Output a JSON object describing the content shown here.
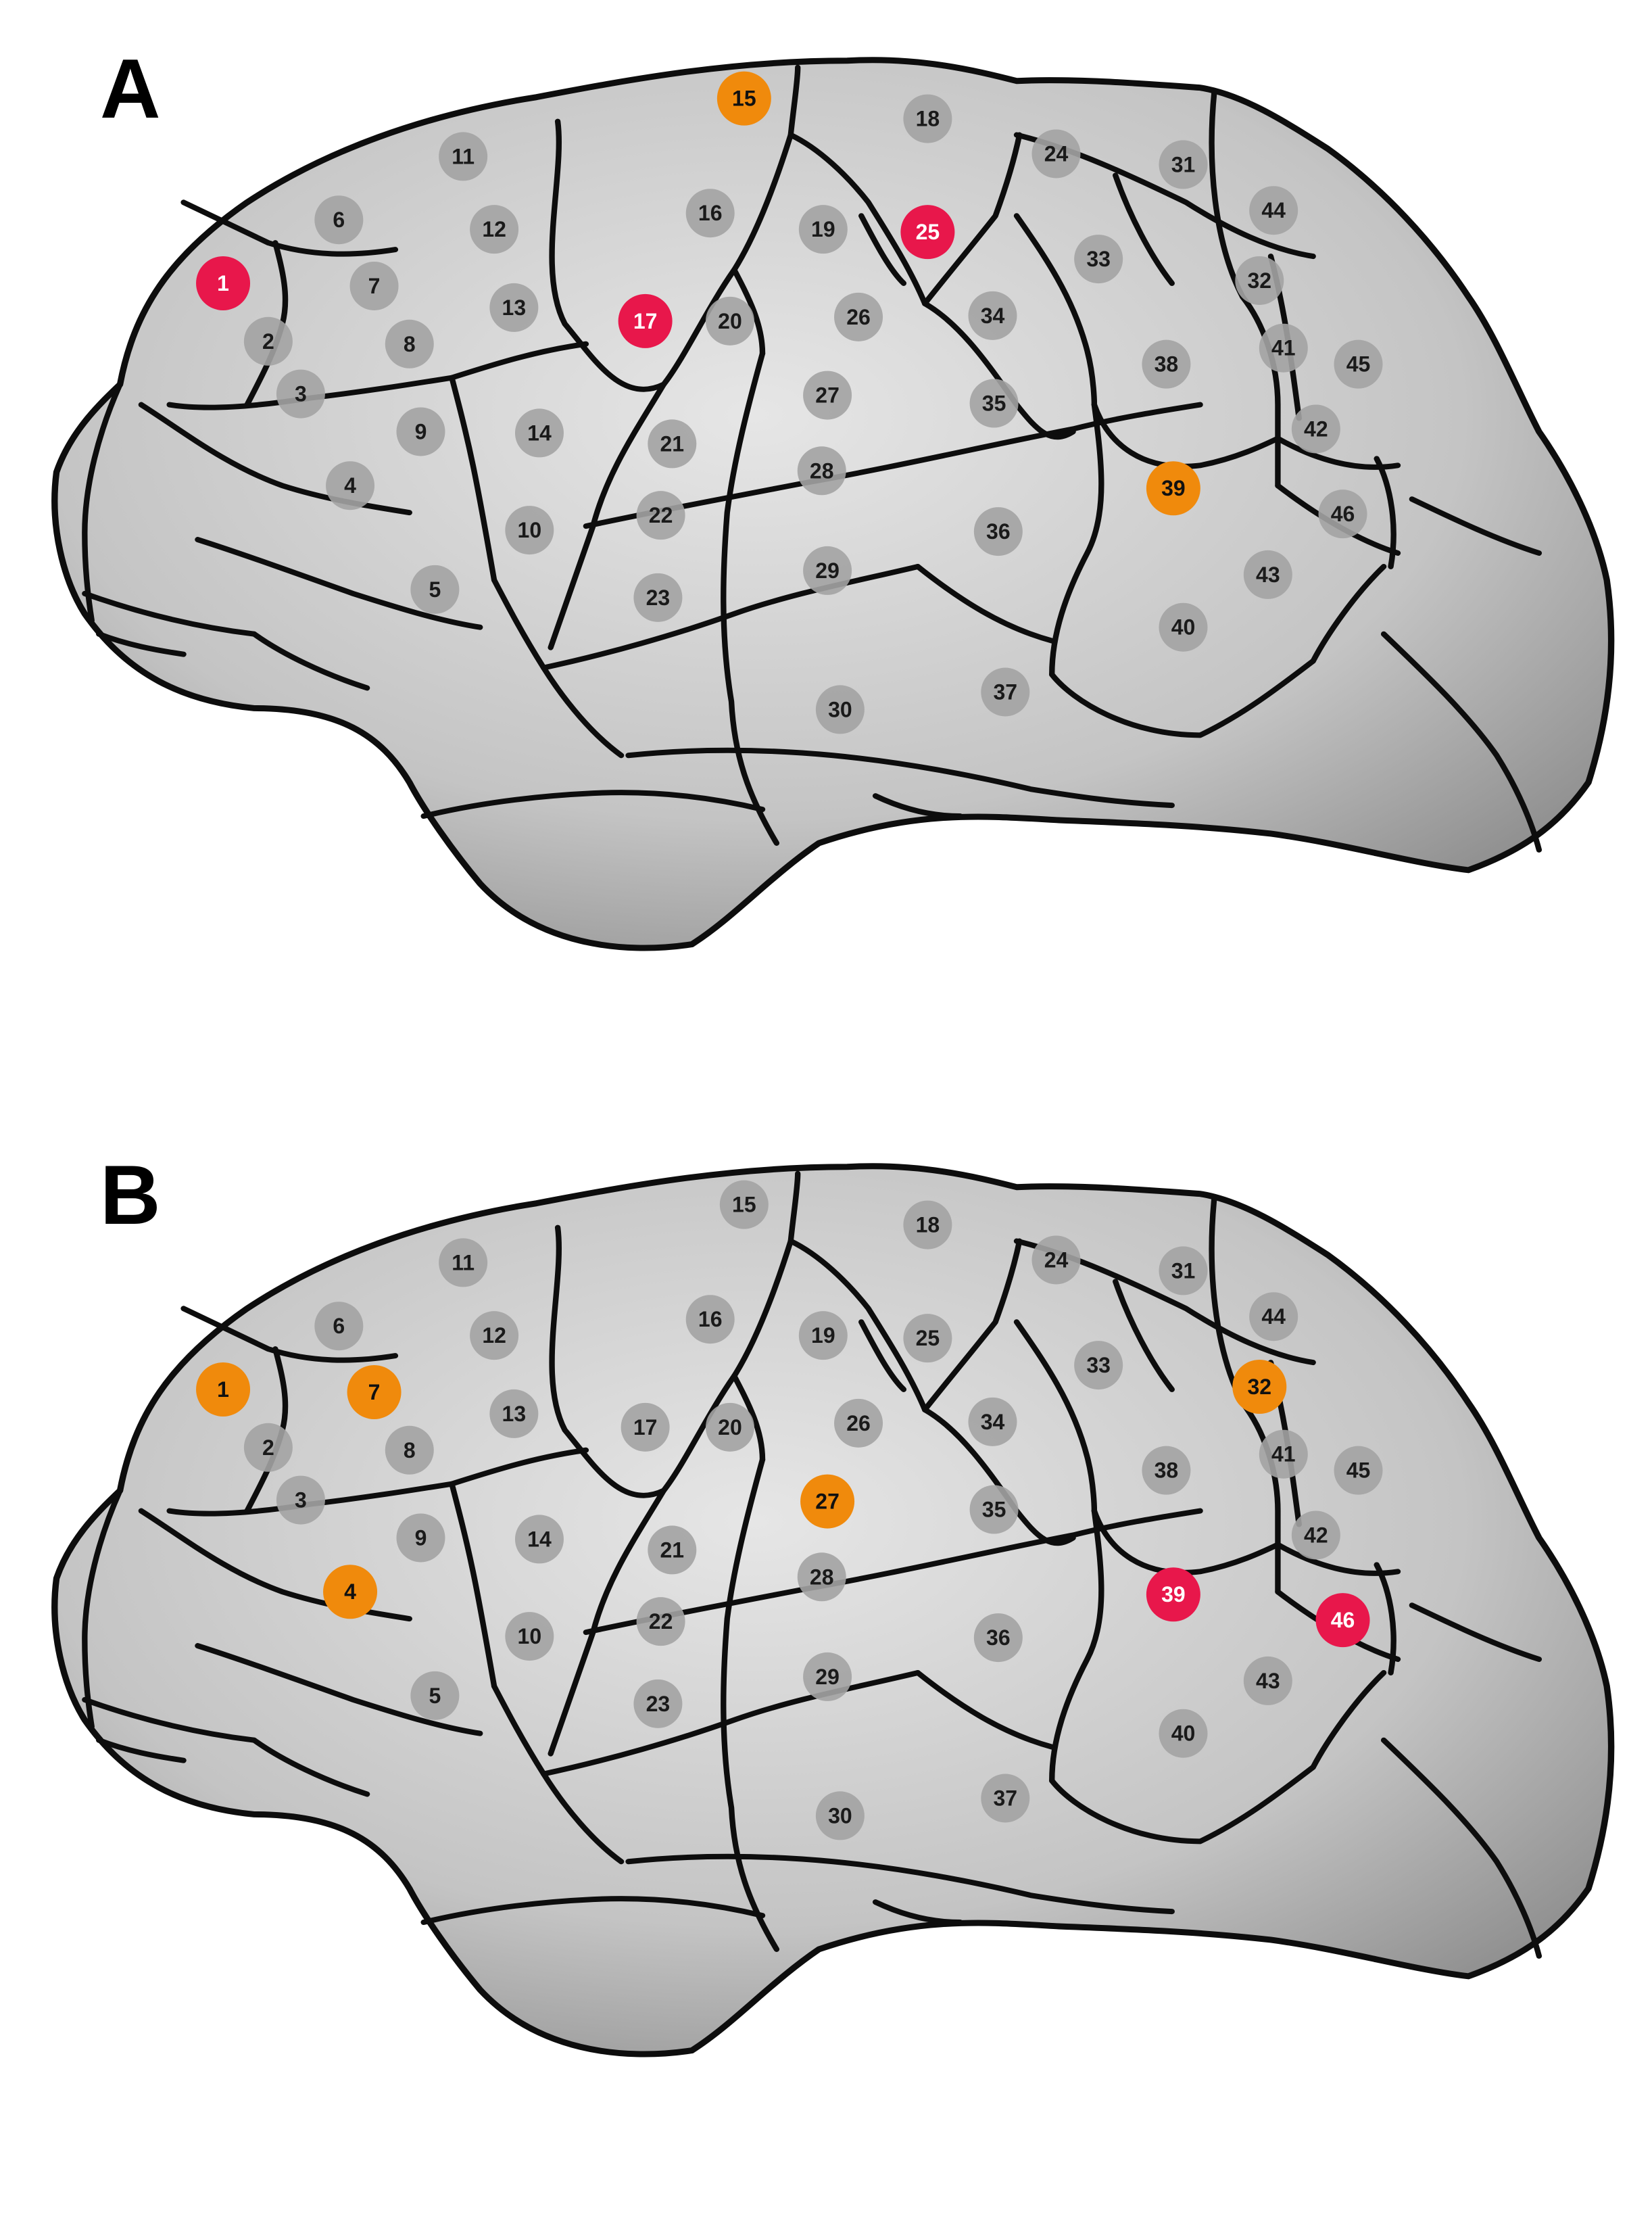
{
  "colors": {
    "plain": "#a3a3a3",
    "plain_text": "#1a1a1a",
    "orange": "#f08a0c",
    "red": "#e8174b",
    "highlight_text_red": "#ffffff",
    "highlight_text_orange": "#111111",
    "boundary": "#0d0d0d"
  },
  "panels": [
    {
      "letter": "A",
      "highlights": {
        "15": "orange",
        "39": "orange",
        "1": "red",
        "17": "red",
        "25": "red"
      }
    },
    {
      "letter": "B",
      "highlights": {
        "1": "orange",
        "7": "orange",
        "4": "orange",
        "27": "orange",
        "32": "orange",
        "39": "red",
        "46": "red"
      }
    }
  ],
  "sites": [
    "1",
    "2",
    "3",
    "4",
    "5",
    "6",
    "7",
    "8",
    "9",
    "10",
    "11",
    "12",
    "13",
    "14",
    "15",
    "16",
    "17",
    "18",
    "19",
    "20",
    "21",
    "22",
    "23",
    "24",
    "25",
    "26",
    "27",
    "28",
    "29",
    "30",
    "31",
    "32",
    "33",
    "34",
    "35",
    "36",
    "37",
    "38",
    "39",
    "40",
    "41",
    "42",
    "43",
    "44",
    "45",
    "46"
  ]
}
